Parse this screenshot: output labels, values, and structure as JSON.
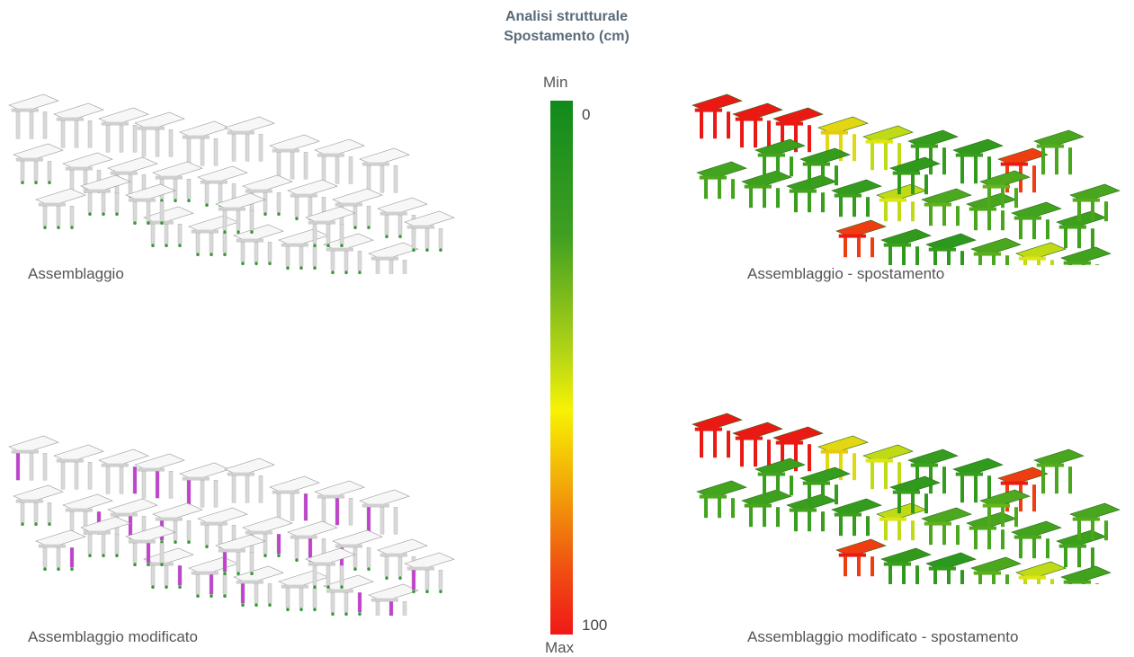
{
  "title": {
    "line1": "Analisi strutturale",
    "line2": "Spostamento (cm)"
  },
  "colorbar": {
    "min_label": "Min",
    "max_label": "Max",
    "min_value": "0",
    "max_value": "100",
    "colors": [
      "#118a1c",
      "#b8d616",
      "#f7f203",
      "#f04e12",
      "#f01818"
    ]
  },
  "panels": {
    "top_left": "Assemblaggio",
    "top_right": "Assemblaggio - spostamento",
    "bottom_left": "Assemblaggio modificato",
    "bottom_right": "Assemblaggio modificato - spostamento"
  },
  "accent": {
    "modified_elements": "#c23fd0",
    "supports": "#3a9a3a"
  }
}
